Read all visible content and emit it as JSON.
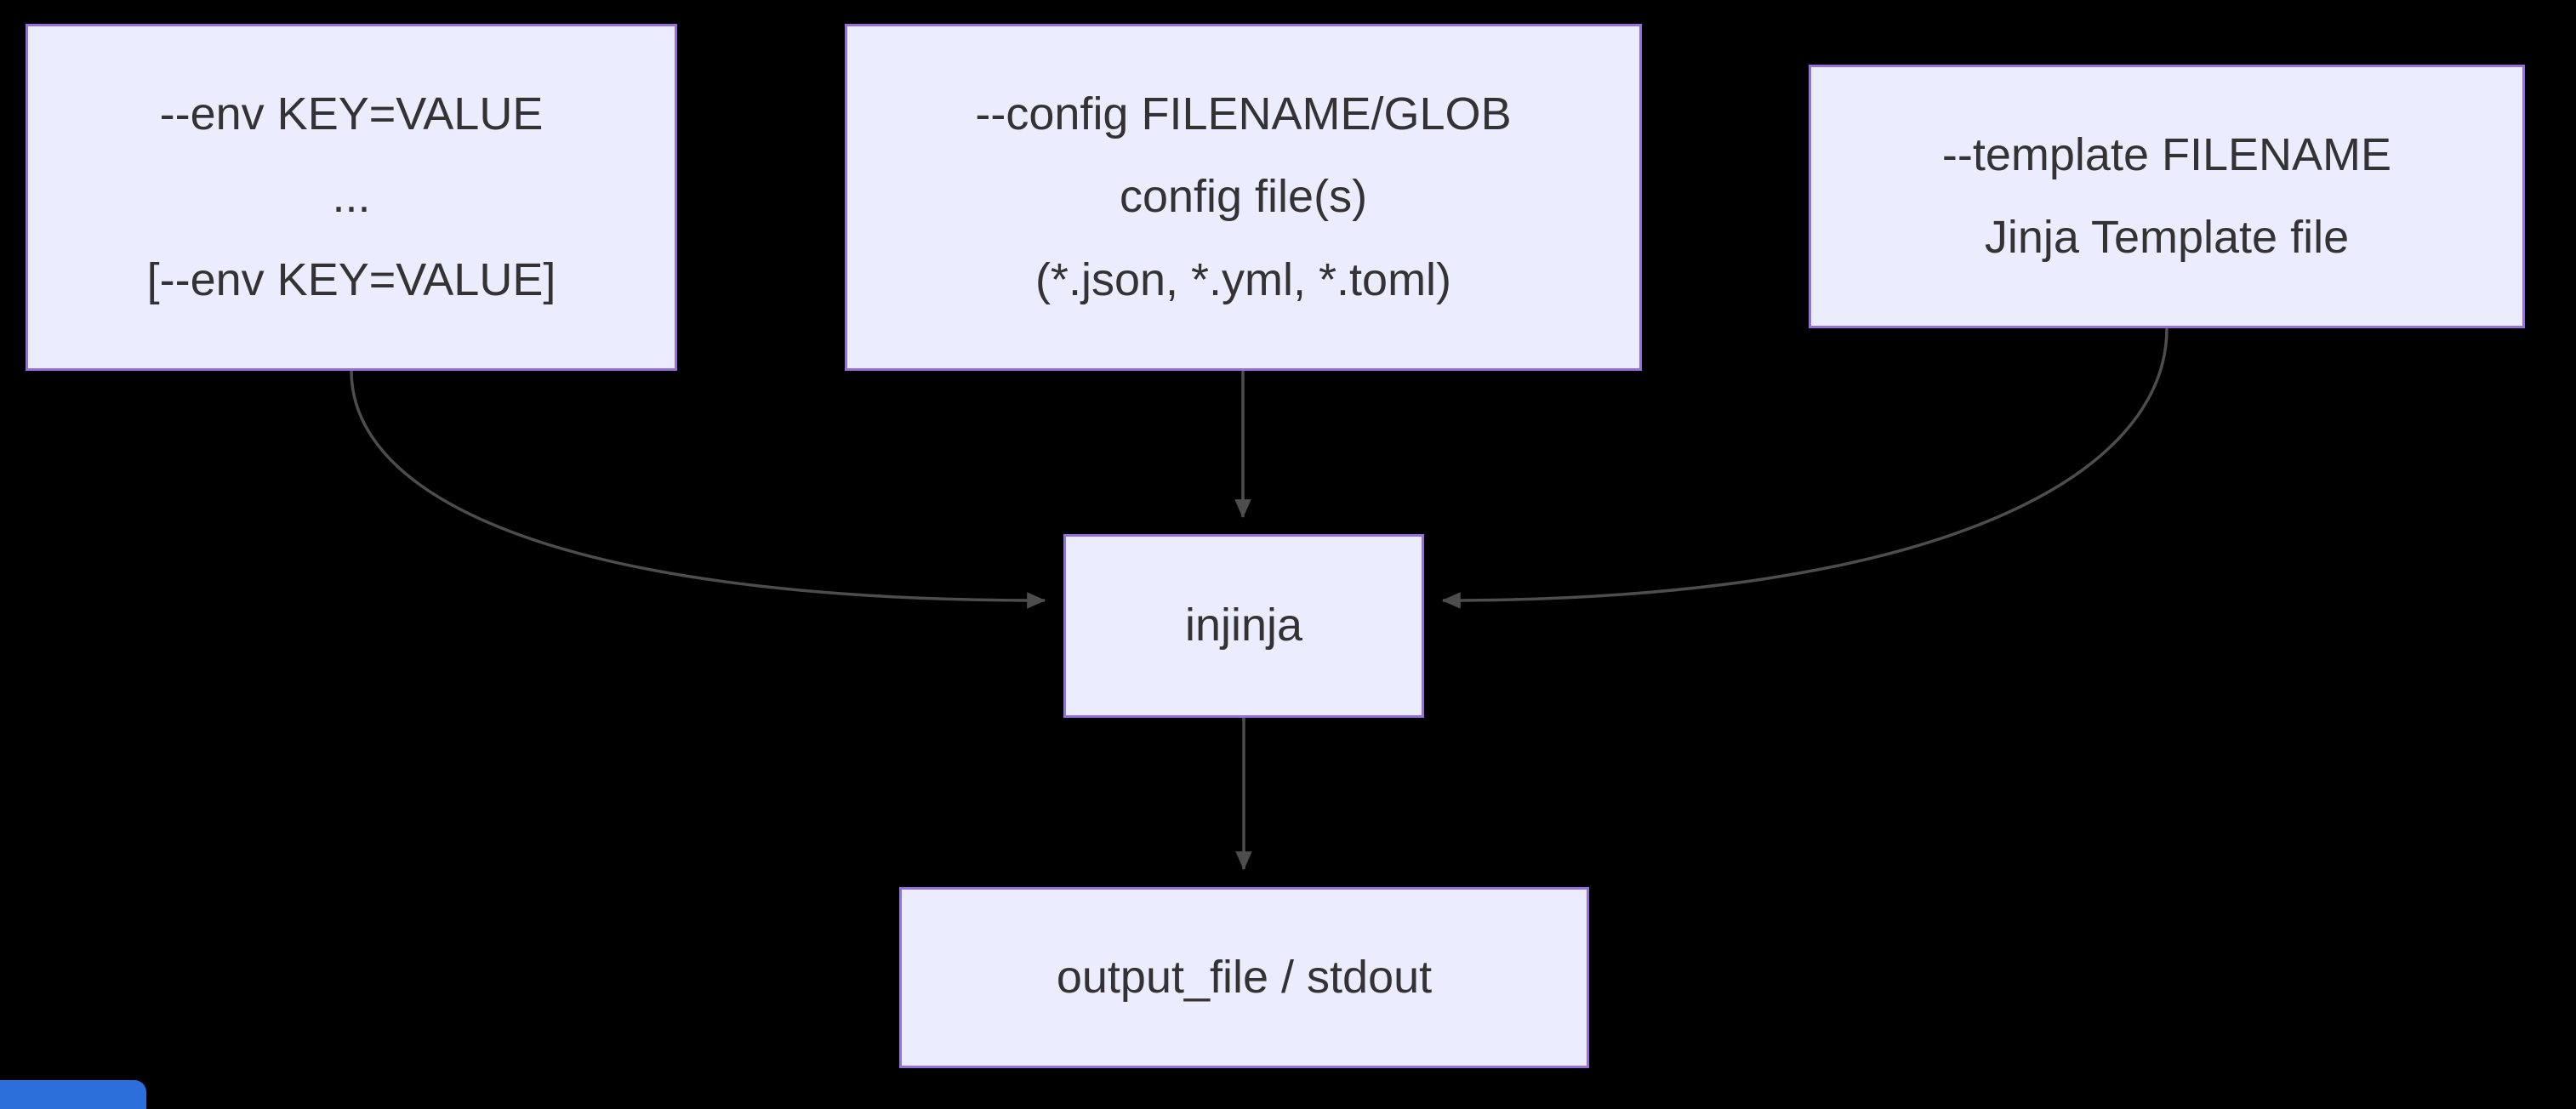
{
  "diagram": {
    "type": "flowchart",
    "direction": "top-down",
    "colors": {
      "background": "#000000",
      "node_fill": "#ECECFF",
      "node_border": "#9370DB",
      "node_text": "#333333",
      "arrow": "#4d4d4d",
      "corner_accent": "#2c6fdb"
    },
    "nodes": {
      "env": {
        "lines": [
          "--env KEY=VALUE",
          "...",
          "[--env KEY=VALUE]"
        ]
      },
      "config": {
        "lines": [
          "--config FILENAME/GLOB",
          "config file(s)",
          "(*.json, *.yml, *.toml)"
        ]
      },
      "template": {
        "lines": [
          "--template FILENAME",
          "Jinja Template file"
        ]
      },
      "injinja": {
        "lines": [
          "injinja"
        ]
      },
      "output": {
        "lines": [
          "output_file / stdout"
        ]
      }
    },
    "edges": [
      {
        "from": "env",
        "to": "injinja"
      },
      {
        "from": "config",
        "to": "injinja"
      },
      {
        "from": "template",
        "to": "injinja"
      },
      {
        "from": "injinja",
        "to": "output"
      }
    ]
  }
}
